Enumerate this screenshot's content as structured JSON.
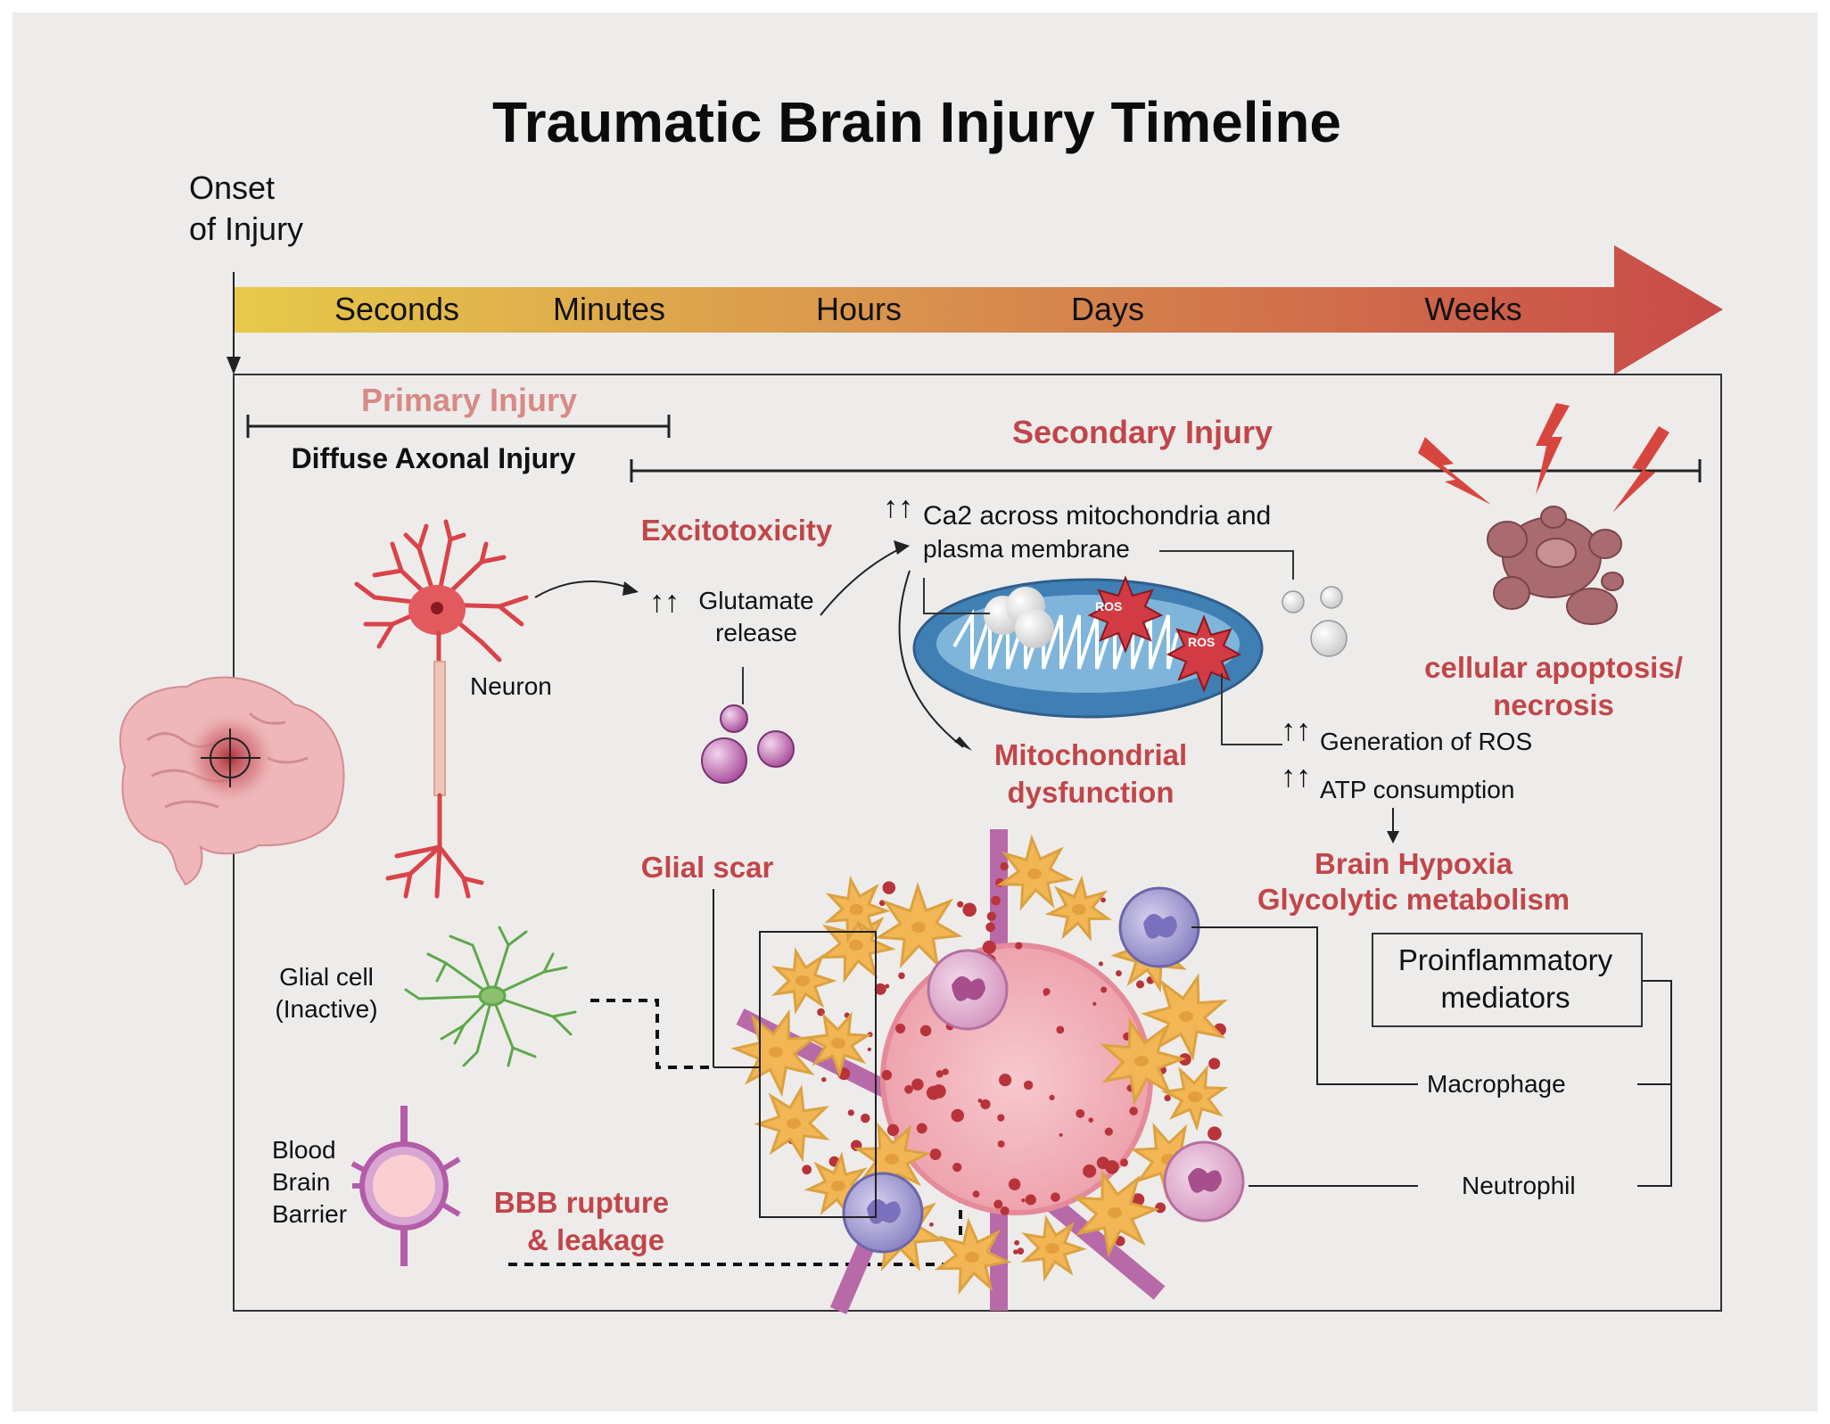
{
  "title": "Traumatic Brain Injury Timeline",
  "onset": [
    "Onset",
    "of Injury"
  ],
  "timeline": [
    "Seconds",
    "Minutes",
    "Hours",
    "Days",
    "Weeks"
  ],
  "colors": {
    "arrow_start": "#e6c94a",
    "arrow_mid": "#d9934e",
    "arrow_end": "#c84a48",
    "accent_red": "#c0464a",
    "primary_pink": "#d78a85"
  },
  "primary_injury": "Primary Injury",
  "diffuse_axonal": "Diffuse Axonal Injury",
  "secondary_injury": "Secondary Injury",
  "excitotoxicity": "Excitotoxicity",
  "glutamate": [
    "Glutamate",
    "release"
  ],
  "ca2": [
    "Ca2  across mitochondria and",
    "plasma membrane"
  ],
  "ros_label": "ROS",
  "arrows_up": "↑↑",
  "arrow_down": "↓",
  "neuron": "Neuron",
  "mito_dysfunction": [
    "Mitochondrial",
    "dysfunction"
  ],
  "apoptosis": [
    "cellular apoptosis/",
    "necrosis"
  ],
  "generation_ros": "Generation of ROS",
  "atp": "ATP consumption",
  "hypoxia": [
    "Brain Hypoxia",
    "Glycolytic metabolism"
  ],
  "proinflammatory": [
    "Proinflammatory",
    "mediators"
  ],
  "glial_scar": "Glial scar",
  "glial_cell": [
    "Glial cell",
    "(Inactive)"
  ],
  "bbb": [
    "Blood",
    "Brain",
    "Barrier"
  ],
  "bbb_rupture": [
    "BBB rupture",
    "& leakage"
  ],
  "macrophage": "Macrophage",
  "neutrophil": "Neutrophil"
}
